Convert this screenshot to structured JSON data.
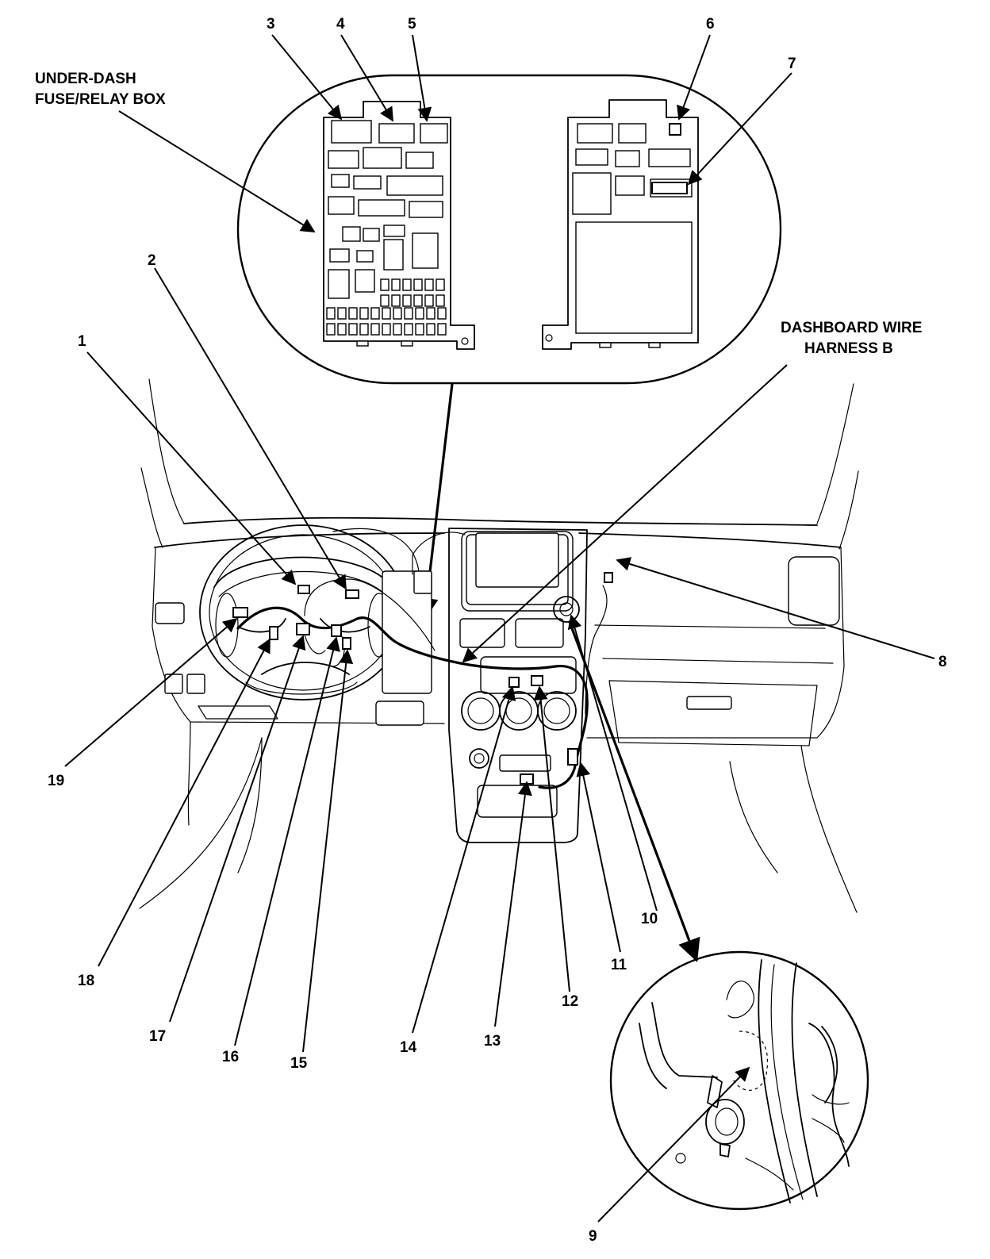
{
  "labels": {
    "under_dash_box_line1": "UNDER-DASH",
    "under_dash_box_line2": "FUSE/RELAY BOX",
    "dash_harness_line1": "DASHBOARD WIRE",
    "dash_harness_line2": "HARNESS B"
  },
  "callouts": {
    "c1": "1",
    "c2": "2",
    "c3": "3",
    "c4": "4",
    "c5": "5",
    "c6": "6",
    "c7": "7",
    "c8": "8",
    "c9": "9",
    "c10": "10",
    "c11": "11",
    "c12": "12",
    "c13": "13",
    "c14": "14",
    "c15": "15",
    "c16": "16",
    "c17": "17",
    "c18": "18",
    "c19": "19"
  }
}
